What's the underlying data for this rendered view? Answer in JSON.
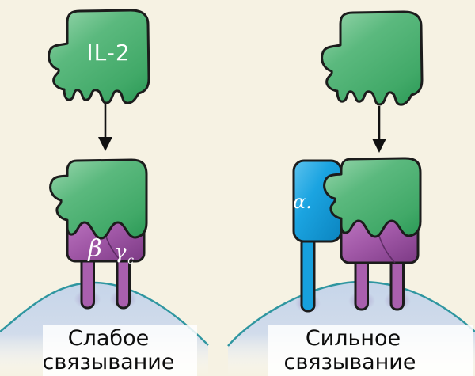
{
  "figure": {
    "description": "IL-2 receptor binding diagram",
    "background_color": "#f6f2e3",
    "left_panel": {
      "ligand_label": "IL-2",
      "receptor": {
        "beta_label": "β",
        "gamma_label": "γ",
        "gamma_subscript": "c"
      },
      "caption_line1": "Слабое",
      "caption_line2": "связывание"
    },
    "right_panel": {
      "alpha_label": "α.",
      "caption_line1": "Сильное",
      "caption_line2": "связывание"
    },
    "colors": {
      "ligand_green": "#5bb97e",
      "ligand_green_highlight": "#93d4a9",
      "ligand_green_shadow": "#2f9c59",
      "receptor_purple": "#a158a7",
      "receptor_purple_shadow": "#7c3a85",
      "alpha_blue": "#1ba4e1",
      "alpha_blue_shadow": "#0b84bf",
      "membrane_fill": "#cdd9ec",
      "membrane_outline": "#2f96a0",
      "outline": "#1c1c1c",
      "caption_text": "#0d0d0d",
      "label_text": "#ffffff"
    }
  }
}
